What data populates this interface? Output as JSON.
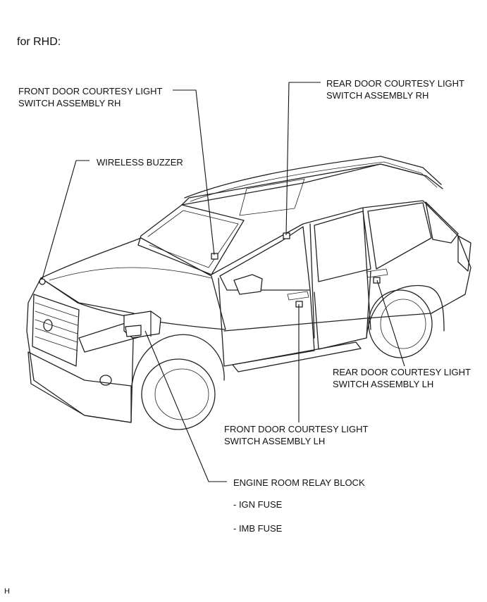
{
  "header": {
    "variant": "for RHD:"
  },
  "labels": {
    "front_door_rh": {
      "line1": "FRONT DOOR COURTESY LIGHT",
      "line2": "SWITCH ASSEMBLY RH"
    },
    "rear_door_rh": {
      "line1": "REAR DOOR COURTESY LIGHT",
      "line2": "SWITCH ASSEMBLY RH"
    },
    "wireless_buzzer": {
      "line1": "WIRELESS BUZZER"
    },
    "rear_door_lh": {
      "line1": "REAR DOOR COURTESY LIGHT",
      "line2": "SWITCH ASSEMBLY LH"
    },
    "front_door_lh": {
      "line1": "FRONT DOOR COURTESY LIGHT",
      "line2": "SWITCH ASSEMBLY LH"
    },
    "engine_room_relay_block": {
      "line1": "ENGINE ROOM RELAY BLOCK",
      "fuse1": "- IGN FUSE",
      "fuse2": "- IMB FUSE"
    }
  },
  "footer": {
    "code": "H"
  }
}
